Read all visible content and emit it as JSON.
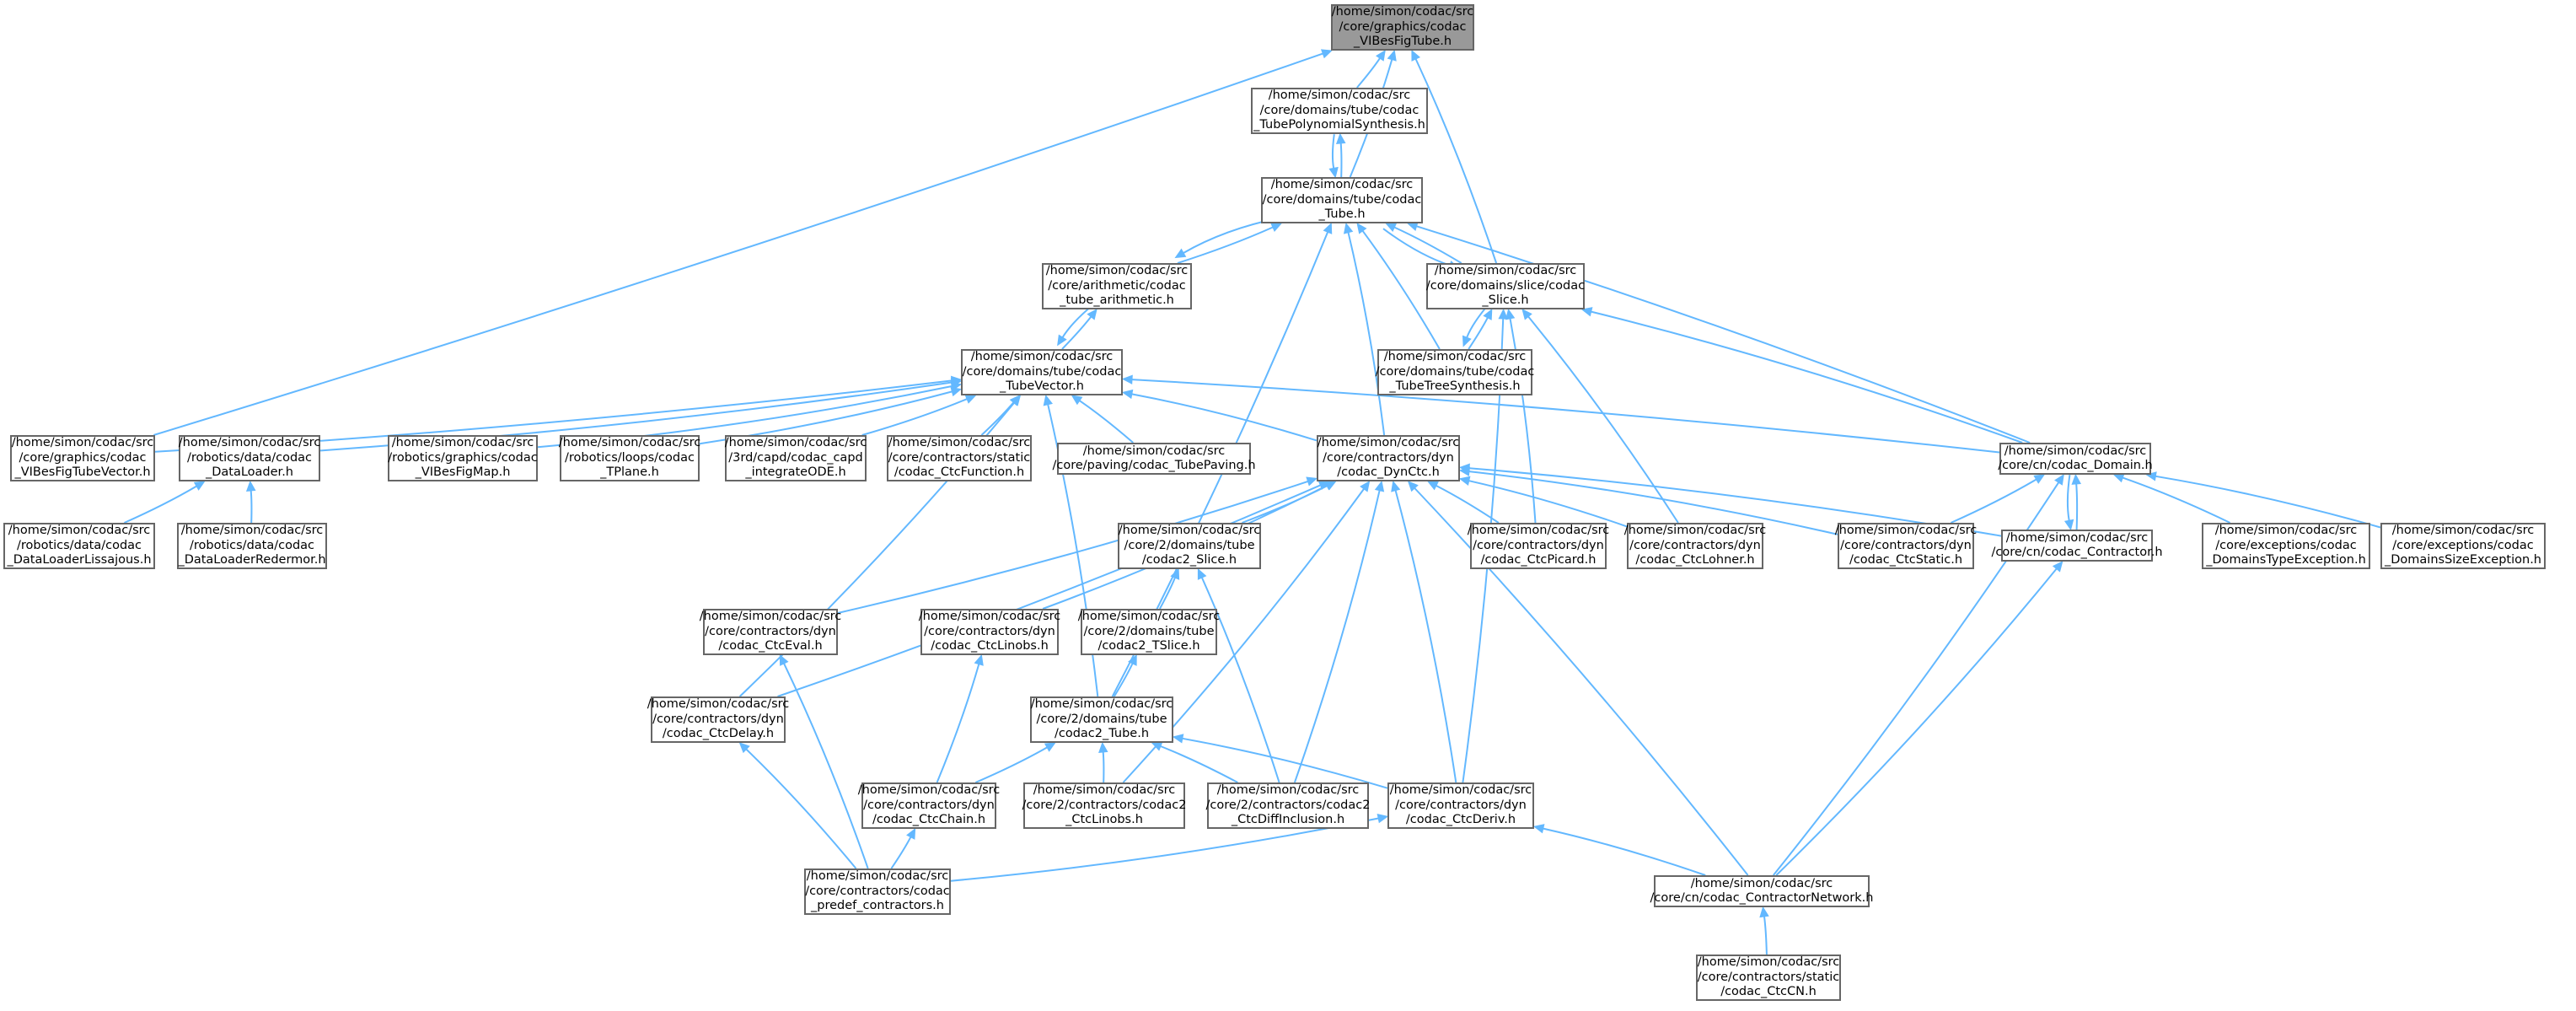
{
  "graph": {
    "root": "n0",
    "colors": {
      "edge": "#63b8ff",
      "border": "#666666",
      "root_fill": "#999999",
      "node_fill": "#ffffff"
    },
    "nodes": [
      {
        "id": "n0",
        "label": "/home/simon/codac/src\n/core/graphics/codac\n_VIBesFigTube.h"
      },
      {
        "id": "n1",
        "label": "/home/simon/codac/src\n/core/domains/tube/codac\n_TubePolynomialSynthesis.h"
      },
      {
        "id": "n2",
        "label": "/home/simon/codac/src\n/core/domains/tube/codac\n_Tube.h"
      },
      {
        "id": "n3",
        "label": "/home/simon/codac/src\n/core/arithmetic/codac\n_tube_arithmetic.h"
      },
      {
        "id": "n4",
        "label": "/home/simon/codac/src\n/core/domains/slice/codac\n_Slice.h"
      },
      {
        "id": "n5",
        "label": "/home/simon/codac/src\n/core/domains/tube/codac\n_TubeVector.h"
      },
      {
        "id": "n6",
        "label": "/home/simon/codac/src\n/core/domains/tube/codac\n_TubeTreeSynthesis.h"
      },
      {
        "id": "n7",
        "label": "/home/simon/codac/src\n/core/graphics/codac\n_VIBesFigTubeVector.h"
      },
      {
        "id": "n8",
        "label": "/home/simon/codac/src\n/robotics/data/codac\n_DataLoader.h"
      },
      {
        "id": "n9",
        "label": "/home/simon/codac/src\n/robotics/graphics/codac\n_VIBesFigMap.h"
      },
      {
        "id": "n10",
        "label": "/home/simon/codac/src\n/robotics/loops/codac\n_TPlane.h"
      },
      {
        "id": "n11",
        "label": "/home/simon/codac/src\n/3rd/capd/codac_capd\n_integrateODE.h"
      },
      {
        "id": "n12",
        "label": "/home/simon/codac/src\n/core/contractors/static\n/codac_CtcFunction.h"
      },
      {
        "id": "n13",
        "label": "/home/simon/codac/src\n/core/paving/codac_TubePaving.h"
      },
      {
        "id": "n14",
        "label": "/home/simon/codac/src\n/core/contractors/dyn\n/codac_DynCtc.h"
      },
      {
        "id": "n15",
        "label": "/home/simon/codac/src\n/core/cn/codac_Domain.h"
      },
      {
        "id": "n16",
        "label": "/home/simon/codac/src\n/robotics/data/codac\n_DataLoaderLissajous.h"
      },
      {
        "id": "n17",
        "label": "/home/simon/codac/src\n/robotics/data/codac\n_DataLoaderRedermor.h"
      },
      {
        "id": "n18",
        "label": "/home/simon/codac/src\n/core/2/domains/tube\n/codac2_Slice.h"
      },
      {
        "id": "n19",
        "label": "/home/simon/codac/src\n/core/contractors/dyn\n/codac_CtcPicard.h"
      },
      {
        "id": "n20",
        "label": "/home/simon/codac/src\n/core/contractors/dyn\n/codac_CtcLohner.h"
      },
      {
        "id": "n21",
        "label": "/home/simon/codac/src\n/core/contractors/dyn\n/codac_CtcStatic.h"
      },
      {
        "id": "n22",
        "label": "/home/simon/codac/src\n/core/cn/codac_Contractor.h"
      },
      {
        "id": "n23",
        "label": "/home/simon/codac/src\n/core/exceptions/codac\n_DomainsTypeException.h"
      },
      {
        "id": "n24",
        "label": "/home/simon/codac/src\n/core/exceptions/codac\n_DomainsSizeException.h"
      },
      {
        "id": "n25",
        "label": "/home/simon/codac/src\n/core/contractors/dyn\n/codac_CtcEval.h"
      },
      {
        "id": "n26",
        "label": "/home/simon/codac/src\n/core/contractors/dyn\n/codac_CtcLinobs.h"
      },
      {
        "id": "n27",
        "label": "/home/simon/codac/src\n/core/2/domains/tube\n/codac2_TSlice.h"
      },
      {
        "id": "n28",
        "label": "/home/simon/codac/src\n/core/contractors/dyn\n/codac_CtcDelay.h"
      },
      {
        "id": "n29",
        "label": "/home/simon/codac/src\n/core/2/domains/tube\n/codac2_Tube.h"
      },
      {
        "id": "n30",
        "label": "/home/simon/codac/src\n/core/contractors/dyn\n/codac_CtcChain.h"
      },
      {
        "id": "n31",
        "label": "/home/simon/codac/src\n/core/2/contractors/codac2\n_CtcLinobs.h"
      },
      {
        "id": "n32",
        "label": "/home/simon/codac/src\n/core/2/contractors/codac2\n_CtcDiffInclusion.h"
      },
      {
        "id": "n33",
        "label": "/home/simon/codac/src\n/core/contractors/dyn\n/codac_CtcDeriv.h"
      },
      {
        "id": "n34",
        "label": "/home/simon/codac/src\n/core/contractors/codac\n_predef_contractors.h"
      },
      {
        "id": "n35",
        "label": "/home/simon/codac/src\n/core/cn/codac_ContractorNetwork.h"
      },
      {
        "id": "n36",
        "label": "/home/simon/codac/src\n/core/contractors/static\n/codac_CtcCN.h"
      }
    ],
    "edges": [
      [
        "n1",
        "n0"
      ],
      [
        "n2",
        "n0"
      ],
      [
        "n4",
        "n0"
      ],
      [
        "n7",
        "n0"
      ],
      [
        "n2",
        "n1"
      ],
      [
        "n1",
        "n2"
      ],
      [
        "n3",
        "n2"
      ],
      [
        "n4",
        "n2"
      ],
      [
        "n6",
        "n2"
      ],
      [
        "n14",
        "n2"
      ],
      [
        "n15",
        "n2"
      ],
      [
        "n29",
        "n2"
      ],
      [
        "n2",
        "n3"
      ],
      [
        "n5",
        "n3"
      ],
      [
        "n2",
        "n4"
      ],
      [
        "n6",
        "n4"
      ],
      [
        "n15",
        "n4"
      ],
      [
        "n19",
        "n4"
      ],
      [
        "n20",
        "n4"
      ],
      [
        "n33",
        "n4"
      ],
      [
        "n3",
        "n5"
      ],
      [
        "n7",
        "n5"
      ],
      [
        "n8",
        "n5"
      ],
      [
        "n9",
        "n5"
      ],
      [
        "n10",
        "n5"
      ],
      [
        "n11",
        "n5"
      ],
      [
        "n12",
        "n5"
      ],
      [
        "n13",
        "n5"
      ],
      [
        "n14",
        "n5"
      ],
      [
        "n15",
        "n5"
      ],
      [
        "n28",
        "n5"
      ],
      [
        "n29",
        "n5"
      ],
      [
        "n4",
        "n6"
      ],
      [
        "n16",
        "n8"
      ],
      [
        "n17",
        "n8"
      ],
      [
        "n18",
        "n14"
      ],
      [
        "n19",
        "n14"
      ],
      [
        "n20",
        "n14"
      ],
      [
        "n21",
        "n14"
      ],
      [
        "n22",
        "n14"
      ],
      [
        "n25",
        "n14"
      ],
      [
        "n26",
        "n14"
      ],
      [
        "n28",
        "n14"
      ],
      [
        "n31",
        "n14"
      ],
      [
        "n32",
        "n14"
      ],
      [
        "n33",
        "n14"
      ],
      [
        "n35",
        "n14"
      ],
      [
        "n21",
        "n15"
      ],
      [
        "n22",
        "n15"
      ],
      [
        "n23",
        "n15"
      ],
      [
        "n24",
        "n15"
      ],
      [
        "n35",
        "n15"
      ],
      [
        "n15",
        "n22"
      ],
      [
        "n35",
        "n22"
      ],
      [
        "n27",
        "n18"
      ],
      [
        "n32",
        "n18"
      ],
      [
        "n29",
        "n27"
      ],
      [
        "n30",
        "n26"
      ],
      [
        "n30",
        "n29"
      ],
      [
        "n31",
        "n29"
      ],
      [
        "n32",
        "n29"
      ],
      [
        "n33",
        "n29"
      ],
      [
        "n34",
        "n25"
      ],
      [
        "n34",
        "n28"
      ],
      [
        "n34",
        "n30"
      ],
      [
        "n34",
        "n33"
      ],
      [
        "n35",
        "n33"
      ],
      [
        "n36",
        "n35"
      ]
    ]
  }
}
